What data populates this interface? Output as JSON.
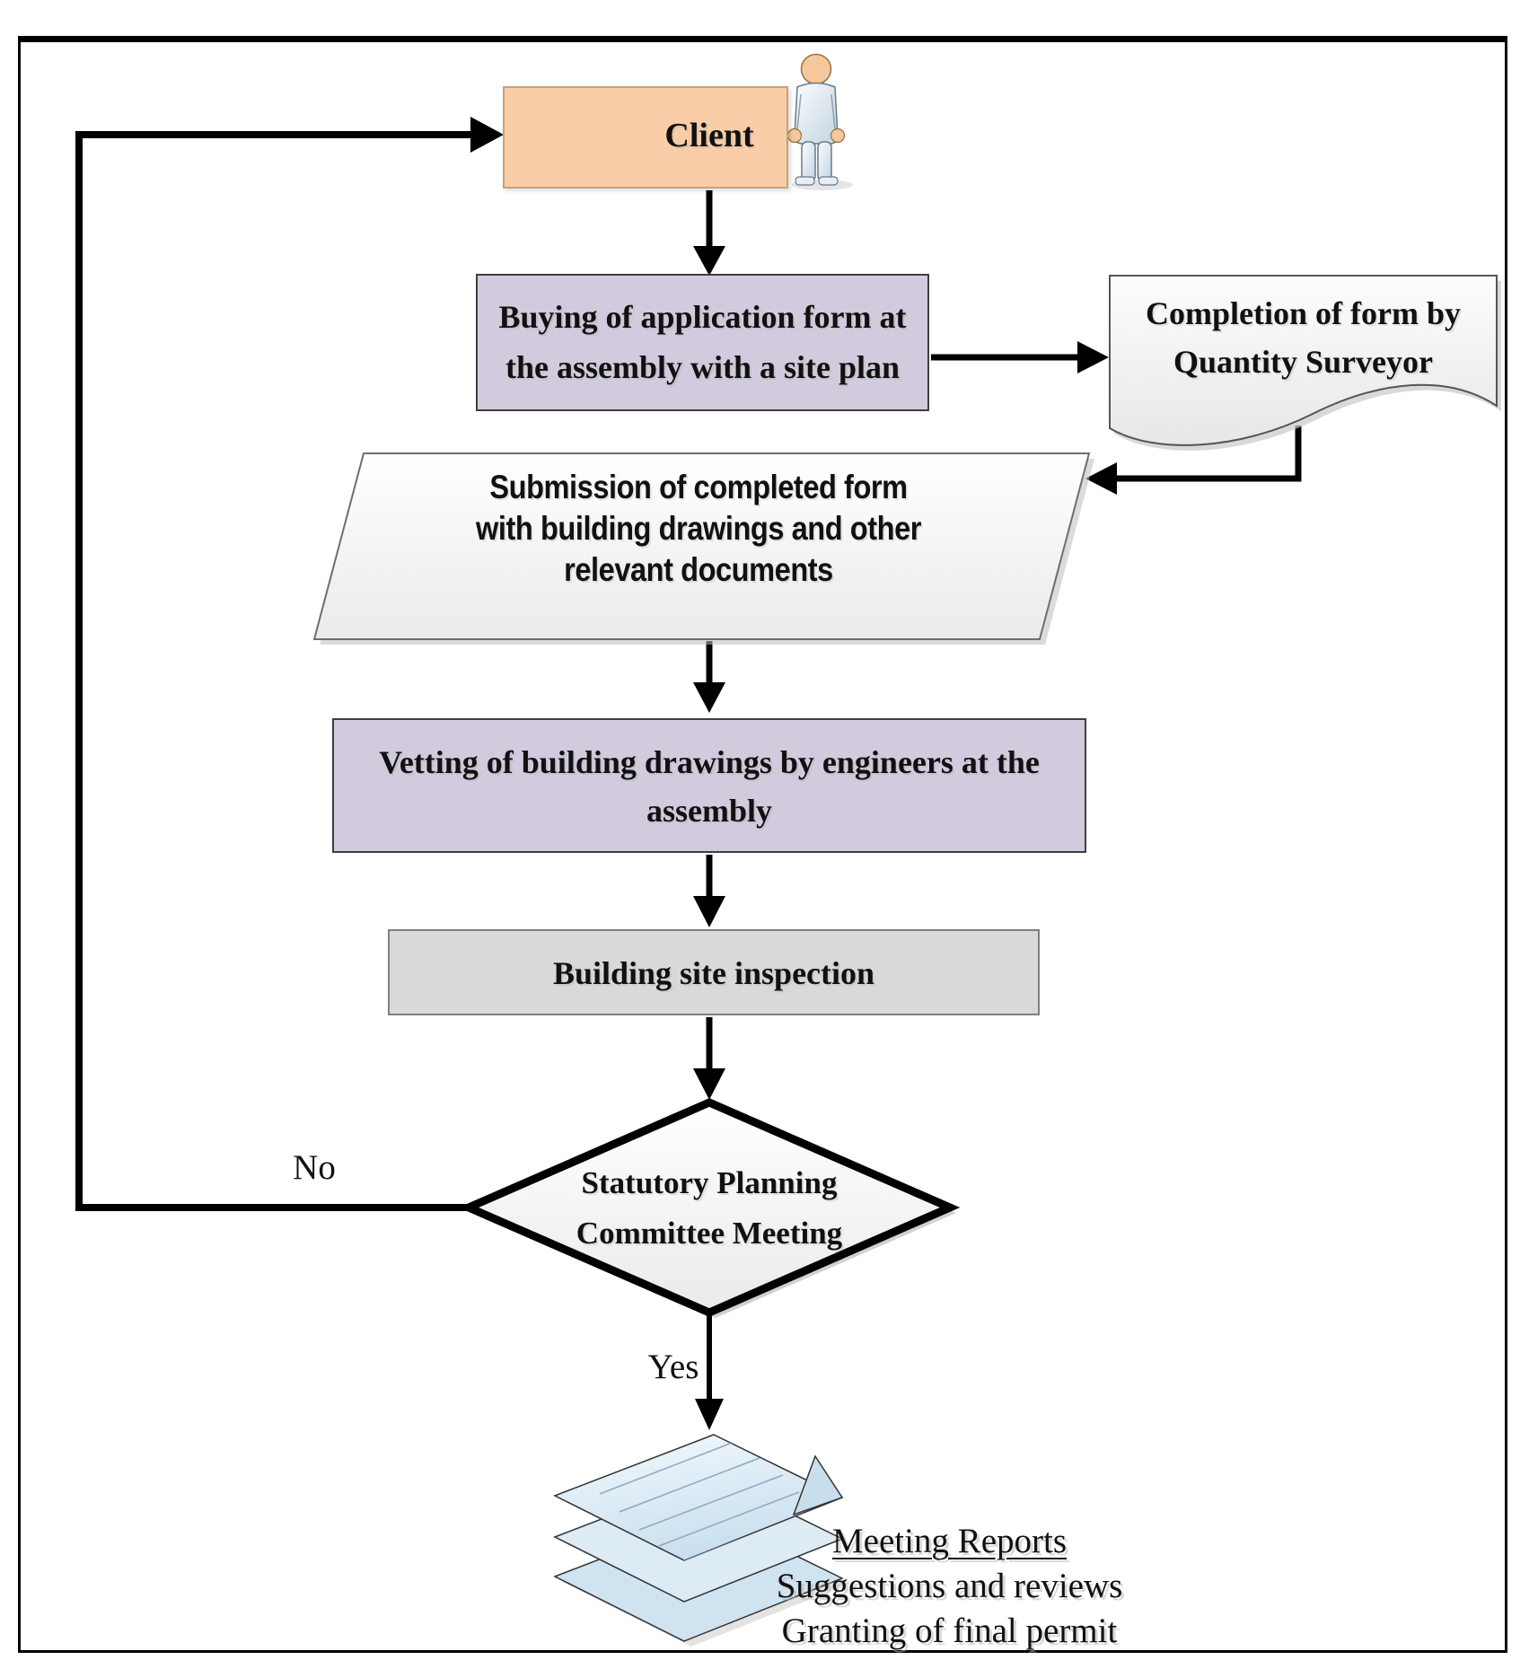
{
  "flowchart": {
    "nodes": {
      "client": {
        "label": "Client"
      },
      "buying": {
        "line1": "Buying of application form at",
        "line2": "the assembly with a site plan"
      },
      "completion": {
        "line1": "Completion of form by",
        "line2": "Quantity Surveyor"
      },
      "submission": {
        "line1": "Submission of completed form",
        "line2": "with building drawings and other",
        "line3": "relevant documents"
      },
      "vetting": {
        "line1": "Vetting of building drawings by engineers at the",
        "line2": "assembly"
      },
      "inspection": {
        "label": "Building site inspection"
      },
      "decision": {
        "line1": "Statutory Planning",
        "line2": "Committee Meeting"
      }
    },
    "branches": {
      "no": "No",
      "yes": "Yes"
    },
    "outputs": {
      "line1": "Meeting Reports",
      "line2": "Suggestions and reviews",
      "line3": "Granting of final permit"
    },
    "colors": {
      "client_fill": "#F9CDA7",
      "process_fill": "#D2CBDE",
      "inspection_fill": "#D9D9D9",
      "connector": "#000000",
      "paper_fill_light": "#F2F8FC",
      "paper_fill_dark": "#C5DCEC"
    }
  }
}
